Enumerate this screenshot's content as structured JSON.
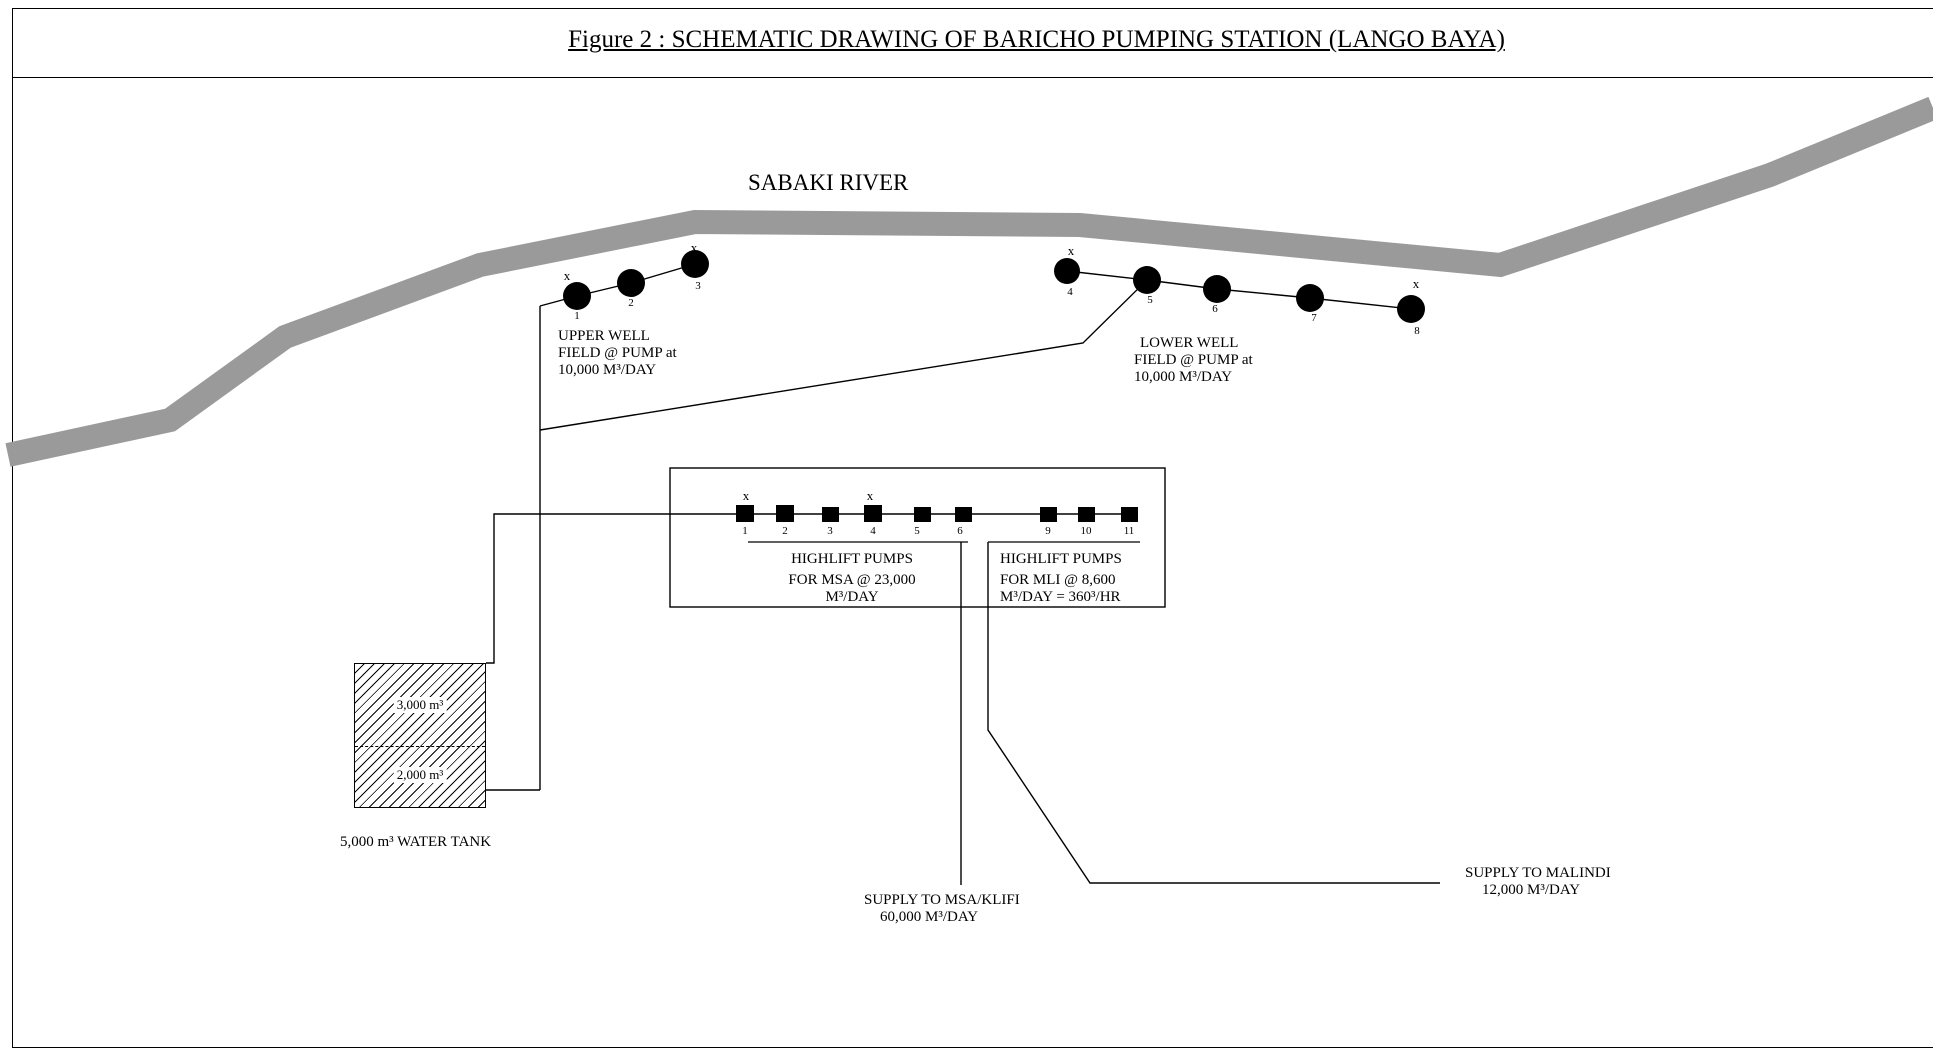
{
  "title": "Figure 2 : SCHEMATIC DRAWING OF BARICHO PUMPING STATION (LANGO BAYA)",
  "river": {
    "label": "SABAKI RIVER",
    "color": "#9a9a9a"
  },
  "upper_well_field": {
    "label_lines": [
      "UPPER WELL",
      "FIELD @ PUMP at",
      "10,000 M³/DAY"
    ],
    "wells": [
      "1",
      "2",
      "3"
    ],
    "marked": [
      "1",
      "3"
    ]
  },
  "lower_well_field": {
    "label_lines": [
      "LOWER WELL",
      "FIELD @ PUMP at",
      "10,000 M³/DAY"
    ],
    "wells": [
      "4",
      "5",
      "6",
      "7",
      "8"
    ],
    "marked": [
      "4",
      "8"
    ]
  },
  "highlift_pumps": {
    "numbers": [
      "1",
      "2",
      "3",
      "4",
      "5",
      "6",
      "9",
      "10",
      "11"
    ],
    "marked": [
      "1",
      "4"
    ],
    "msa_label_lines": [
      "HIGHLIFT PUMPS",
      "FOR MSA @ 23,000",
      "M³/DAY"
    ],
    "mli_label_lines": [
      "HIGHLIFT PUMPS",
      "FOR MLI @ 8,600",
      "M³/DAY = 360³/HR"
    ]
  },
  "tank": {
    "upper_capacity": "3,000 m³",
    "lower_capacity": "2,000 m³",
    "label": "5,000 m³ WATER TANK"
  },
  "supply_msa": {
    "lines": [
      "SUPPLY TO MSA/KLIFI",
      "60,000 M³/DAY"
    ]
  },
  "supply_malindi": {
    "lines": [
      "SUPPLY TO MALINDI",
      "12,000 M³/DAY"
    ]
  },
  "marker": "x"
}
